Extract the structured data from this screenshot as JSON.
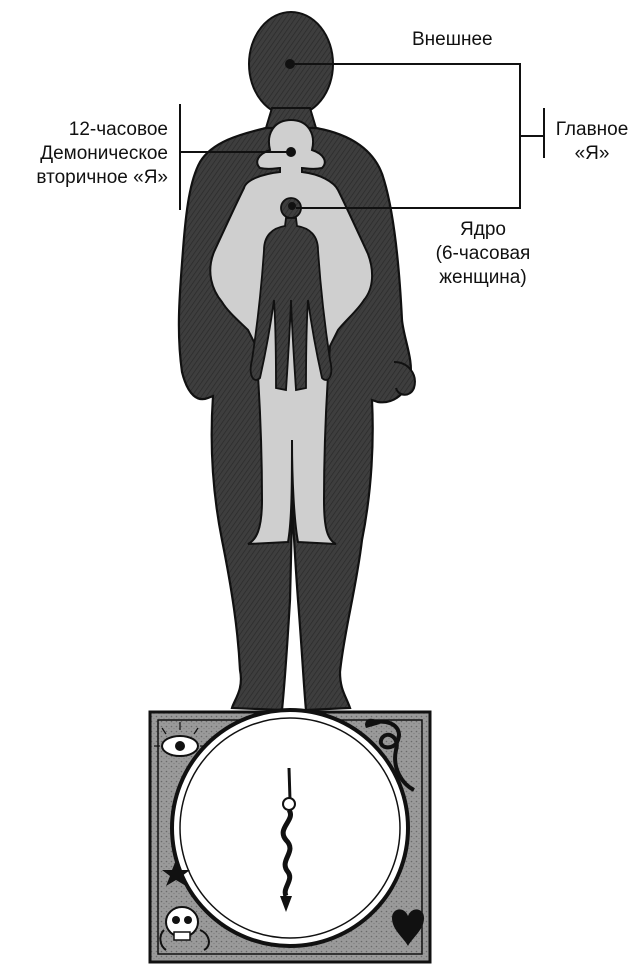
{
  "labels": {
    "outer": "Внешнее",
    "main_self": [
      "Главное",
      "«Я»"
    ],
    "demonic": [
      "12-часовое",
      "Демоническое",
      "вторичное «Я»"
    ],
    "core": [
      "Ядро",
      "(6-часовая",
      "женщина)"
    ]
  },
  "colors": {
    "outer_body": "#3a3a3a",
    "middle_body": "#d4d4d4",
    "inner_body": "#3a3a3a",
    "ink": "#111111",
    "pedestal_frame": "#555555",
    "dial_face": "#ffffff"
  },
  "icons": [
    "eye-icon",
    "serpent-icon",
    "skull-icon",
    "heart-icon",
    "star-icon",
    "kundalini-serpent-icon"
  ]
}
